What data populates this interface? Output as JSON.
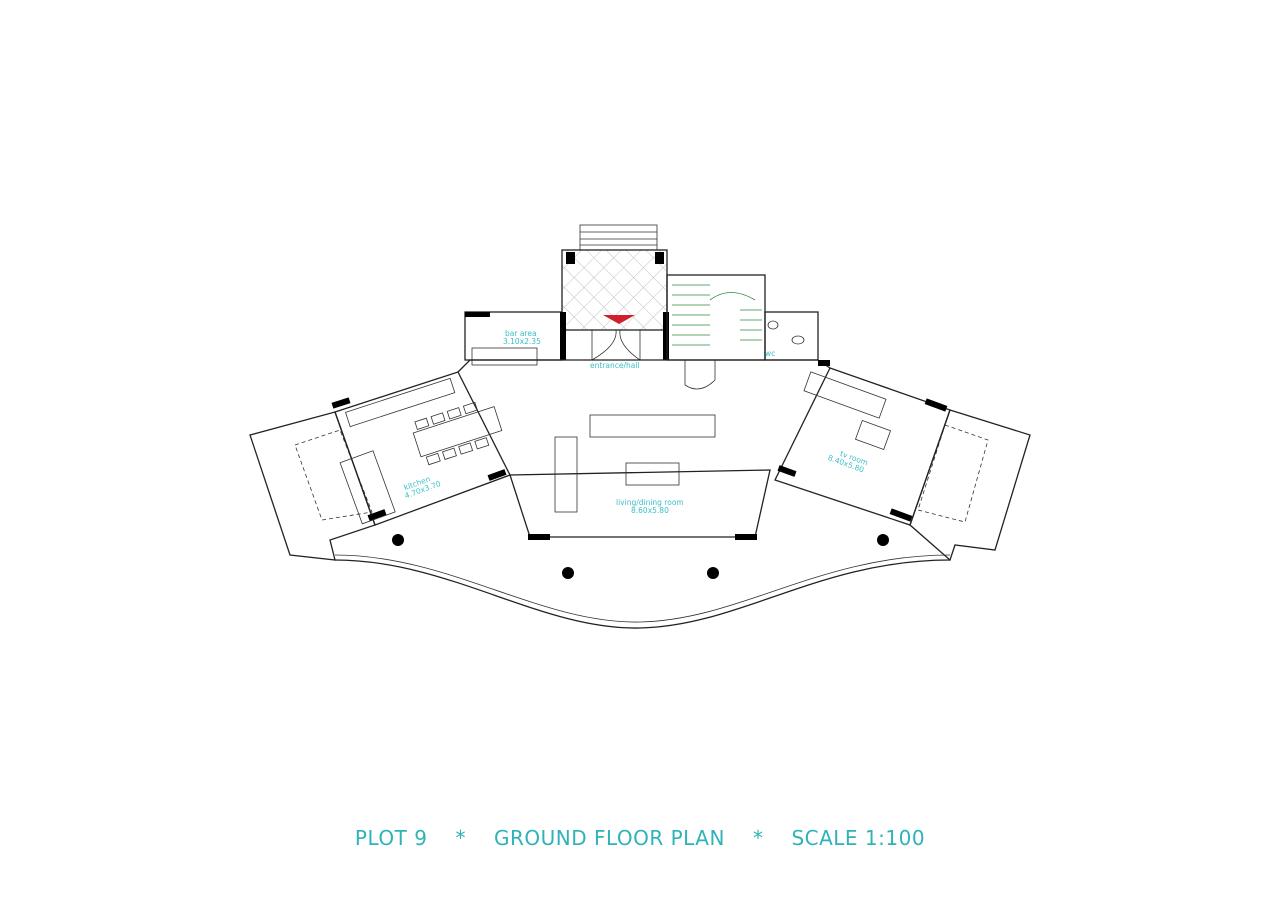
{
  "rooms": {
    "bar_area": {
      "name": "bar area",
      "size": "3.10x2.35"
    },
    "entrance": {
      "name": "entrance/hall"
    },
    "wc": {
      "name": "wc"
    },
    "kitchen": {
      "name": "kitchen",
      "size": "4.70x3.70"
    },
    "living": {
      "name": "living/dining room",
      "size": "8.60x5.80"
    },
    "tv_room": {
      "name": "tv room",
      "size": "8.40x5.80"
    }
  },
  "caption": {
    "plot": "PLOT 9",
    "separator": "*",
    "plan": "GROUND FLOOR PLAN",
    "scale": "SCALE 1:100"
  },
  "colors": {
    "label": "#3bbfc6",
    "entrance_marker": "#d0202e",
    "stair": "#2e8b3e"
  }
}
